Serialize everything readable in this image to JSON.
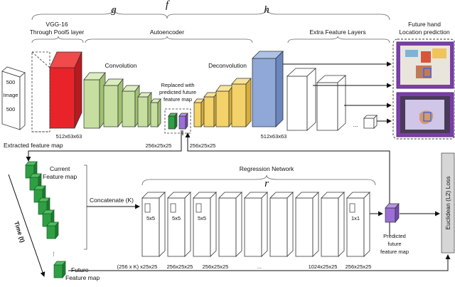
{
  "greek": {
    "g": "g",
    "f": "f",
    "h": "h",
    "r": "r"
  },
  "top": {
    "vgg_line1": "VGG-16",
    "vgg_line2": "Through Pool5 layer",
    "autoencoder": "Autoencoder",
    "extra_layers": "Extra Feature Layers",
    "future_line1": "Future hand",
    "future_line2": "Location prediction",
    "image_w": "500",
    "image_label": "Image",
    "image_h": "500",
    "convolution": "Convolution",
    "deconvolution": "Deconvolution",
    "replaced_line1": "Replaced with",
    "replaced_line2": "predicted future",
    "replaced_line3": "feature map",
    "dim_vgg": "512x63x63",
    "dim_bottleneck": "256x25x25",
    "dim_pred": "256x25x25",
    "dim_deconv": "512x63x63",
    "dots": "...",
    "extracted": "Extracted feature map"
  },
  "bottom": {
    "current_line1": "Current",
    "current_line2": "Feature map",
    "time": "Time (t)",
    "concatenate": "Concatenate (K)",
    "regression": "Regression Network",
    "kernels": [
      "5x5",
      "5x5",
      "5x5",
      "1x1"
    ],
    "dims": [
      "(256 x K) x25x25",
      "256x25x25",
      "256x25x25",
      "...",
      "1024x25x25",
      "256x25x25"
    ],
    "predicted_line1": "Predicted",
    "predicted_line2": "future",
    "predicted_line3": "feature map",
    "future_line1": "Future",
    "future_line2": "Feature map",
    "loss": "Euclidean (L2) Loss"
  },
  "colors": {
    "red": "#e8242a",
    "green": "#c6dfa0",
    "yellow": "#f3d26a",
    "blue": "#8fa8d8",
    "purple": "#9b6fd6",
    "darkgreen": "#2ea043",
    "lossbox": "#d6d6d6",
    "photo": "#7a3fa8"
  }
}
